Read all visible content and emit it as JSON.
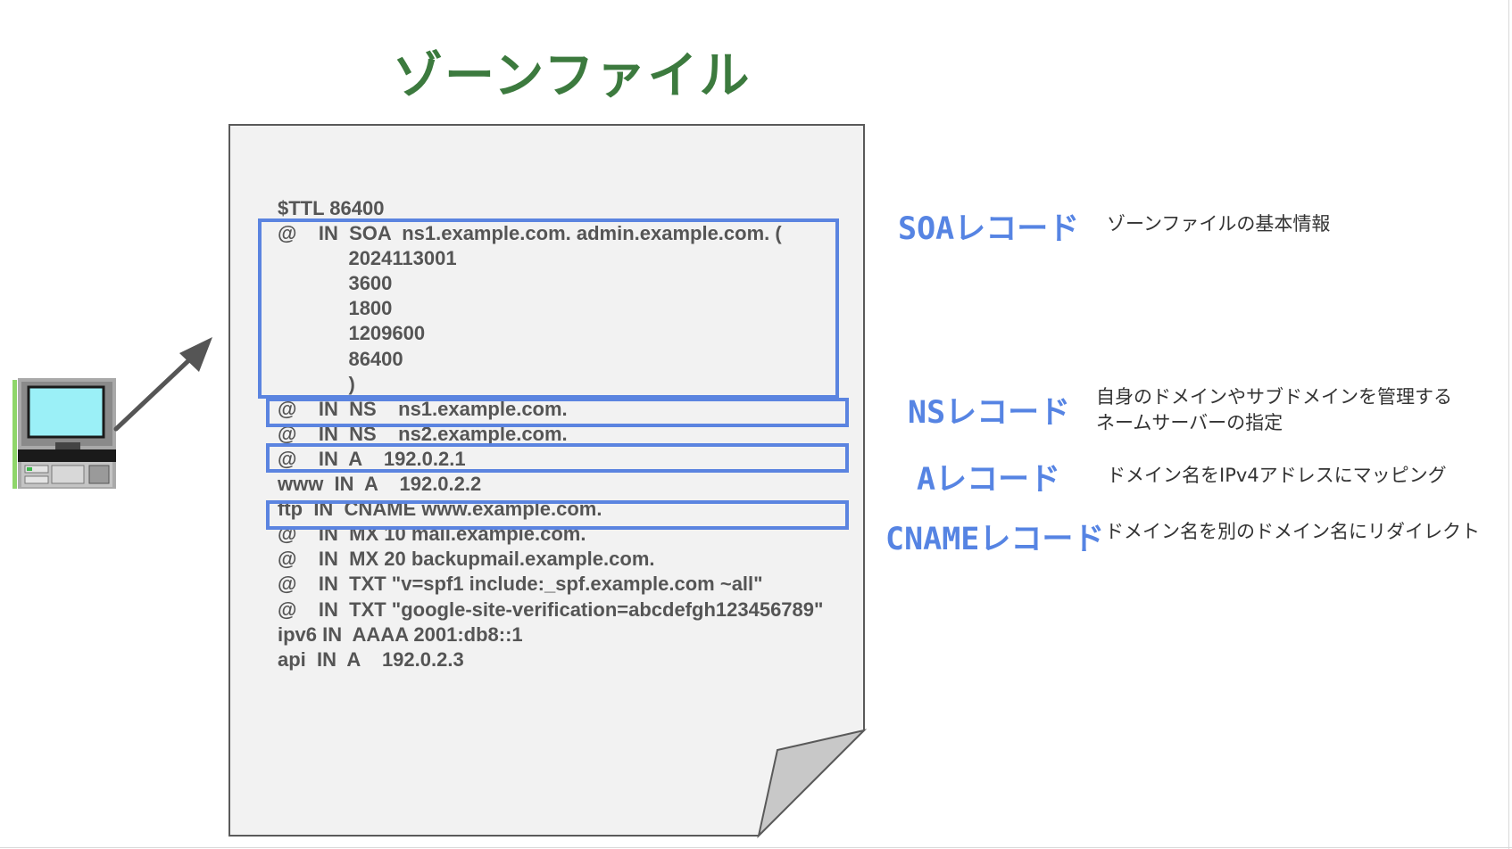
{
  "title": "ゾーンファイル",
  "zone_lines": [
    "$TTL 86400",
    "@    IN  SOA  ns1.example.com. admin.example.com. (",
    "             2024113001",
    "             3600",
    "             1800",
    "             1209600",
    "             86400",
    "             )",
    "@    IN  NS    ns1.example.com.",
    "@    IN  NS    ns2.example.com.",
    "@    IN  A    192.0.2.1",
    "www  IN  A    192.0.2.2",
    "ftp  IN  CNAME www.example.com.",
    "@    IN  MX 10 mail.example.com.",
    "@    IN  MX 20 backupmail.example.com.",
    "@    IN  TXT \"v=spf1 include:_spf.example.com ~all\"",
    "@    IN  TXT \"google-site-verification=abcdefgh123456789\"",
    "ipv6 IN  AAAA 2001:db8::1",
    "api  IN  A    192.0.2.3"
  ],
  "records": {
    "soa": {
      "label": "SOAレコード",
      "desc": [
        "ゾーンファイルの基本情報"
      ]
    },
    "ns": {
      "label": "NSレコード",
      "desc": [
        "自身のドメインやサブドメインを管理する",
        "ネームサーバーの指定"
      ]
    },
    "a": {
      "label": "Aレコード",
      "desc": [
        "ドメイン名をIPv4アドレスにマッピング"
      ]
    },
    "cname": {
      "label": "CNAMEレコード",
      "desc": [
        "ドメイン名を別のドメイン名にリダイレクト"
      ]
    }
  },
  "colors": {
    "title": "#3c7a3e",
    "highlight": "#5b84e0",
    "record_label": "#5684e3",
    "document_fill": "#f2f2f2"
  },
  "icons": {
    "computer": "computer-icon",
    "arrow": "arrow-icon"
  }
}
